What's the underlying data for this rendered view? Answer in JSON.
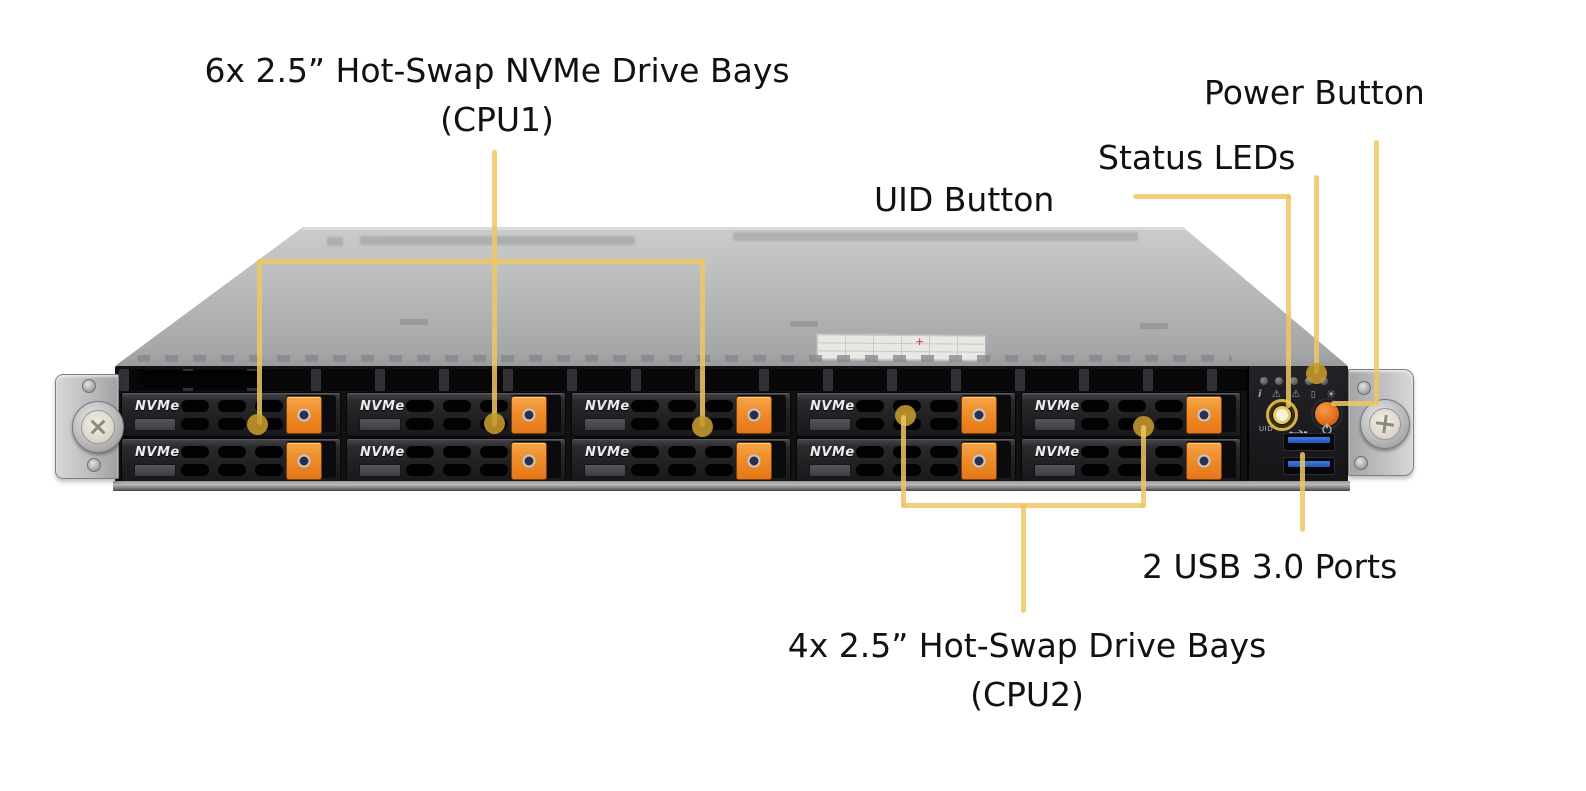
{
  "figure": {
    "background_color": "#ffffff",
    "callout_line_color": "#efc763",
    "callout_dot_color": "#c69b2c",
    "label_text_color": "#111111"
  },
  "callouts": {
    "cpu1_bays": {
      "line1": "6x 2.5” Hot-Swap NVMe Drive Bays",
      "line2": "(CPU1)"
    },
    "power_button": "Power Button",
    "status_leds": "Status LEDs",
    "uid_button": "UID Button",
    "usb_ports": "2 USB 3.0 Ports",
    "cpu2_bays": {
      "line1": "4x 2.5” Hot-Swap Drive Bays",
      "line2": "(CPU2)"
    }
  },
  "server": {
    "drive_tray_label": "NVMe",
    "drive_bay_columns": 5,
    "drive_bay_rows": 2,
    "latch_color": "#ef8c28",
    "control_panel": {
      "uid_label": "UID",
      "status_led_count": 5,
      "icon_glyphs": {
        "info": "i",
        "warning1": "⚠",
        "warning2": "⚠",
        "drive": "▯",
        "power_led": "☀"
      },
      "usb_port_count": 2,
      "usb_tongue_color": "#2f6fd0",
      "power_button_color": "#e0711d",
      "uid_ring_color": "#d9b243"
    }
  }
}
